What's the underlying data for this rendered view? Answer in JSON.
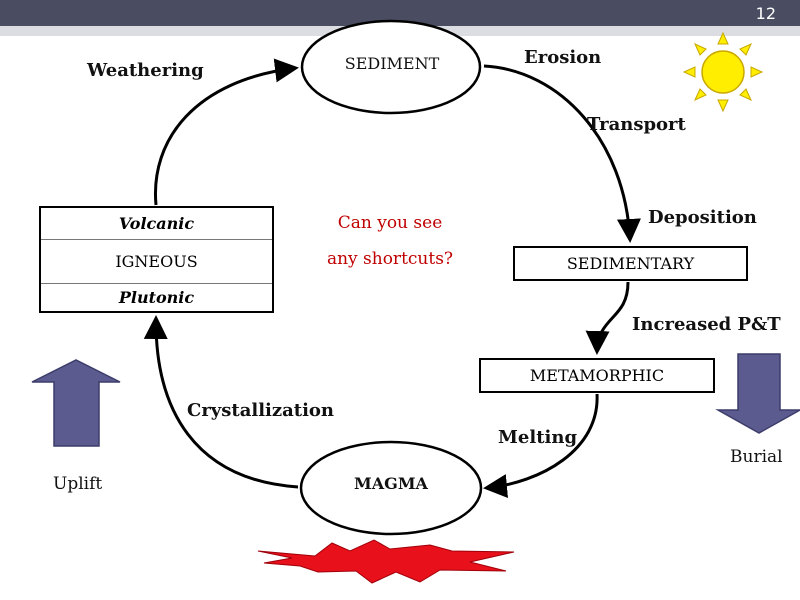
{
  "slide_number": "12",
  "nodes": {
    "sediment": "SEDIMENT",
    "sedimentary": "SEDIMENTARY",
    "metamorphic": "METAMORPHIC",
    "magma": "MAGMA",
    "igneous": {
      "top": "Volcanic",
      "middle": "IGNEOUS",
      "bottom": "Plutonic"
    }
  },
  "processes": {
    "weathering": "Weathering",
    "erosion": "Erosion",
    "transport": "Transport",
    "deposition": "Deposition",
    "increased_pt": "Increased P&T",
    "melting": "Melting",
    "crystallization": "Crystallization"
  },
  "question": {
    "line1": "Can you see",
    "line2": "any shortcuts?"
  },
  "side_labels": {
    "uplift": "Uplift",
    "burial": "Burial"
  },
  "colors": {
    "header": "#4a4d61",
    "arrow_fill": "#5b5b8f",
    "sun": "#ffee00",
    "sun_outline": "#c8a800",
    "explosion": "#e8101a",
    "question": "#c00000"
  }
}
